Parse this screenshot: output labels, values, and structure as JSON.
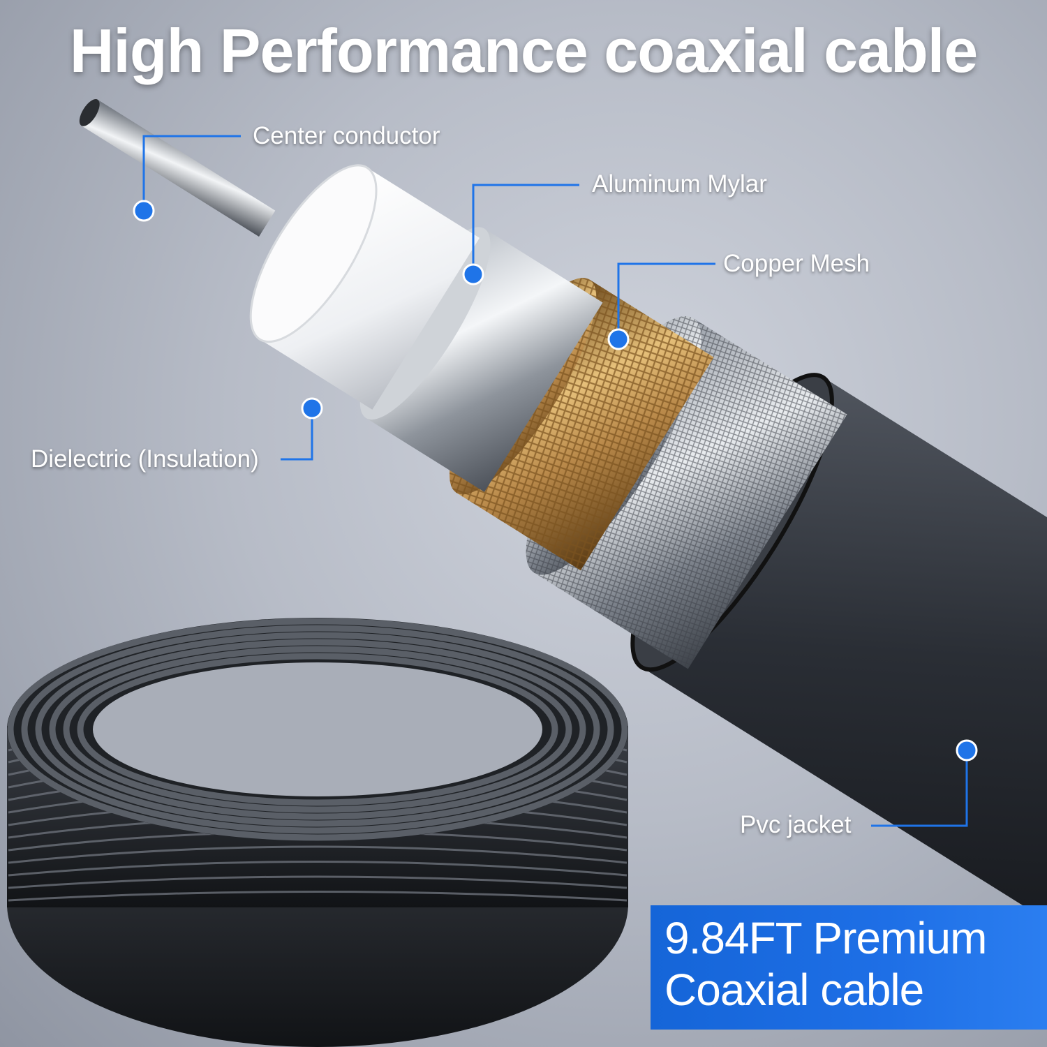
{
  "header": {
    "title": "High Performance coaxial cable"
  },
  "layers": {
    "center_conductor": "Center conductor",
    "aluminum_mylar": "Aluminum Mylar",
    "copper_mesh": "Copper Mesh",
    "dielectric": "Dielectric (Insulation)",
    "pvc_jacket": "Pvc jacket"
  },
  "badge": {
    "line1": "9.84FT Premium",
    "line2": "Coaxial cable"
  },
  "colors": {
    "accent_blue": "#1e6fe6",
    "callout_blue": "#1f74e8",
    "copper": "#c99a4e",
    "jacket": "#2b2f36"
  }
}
